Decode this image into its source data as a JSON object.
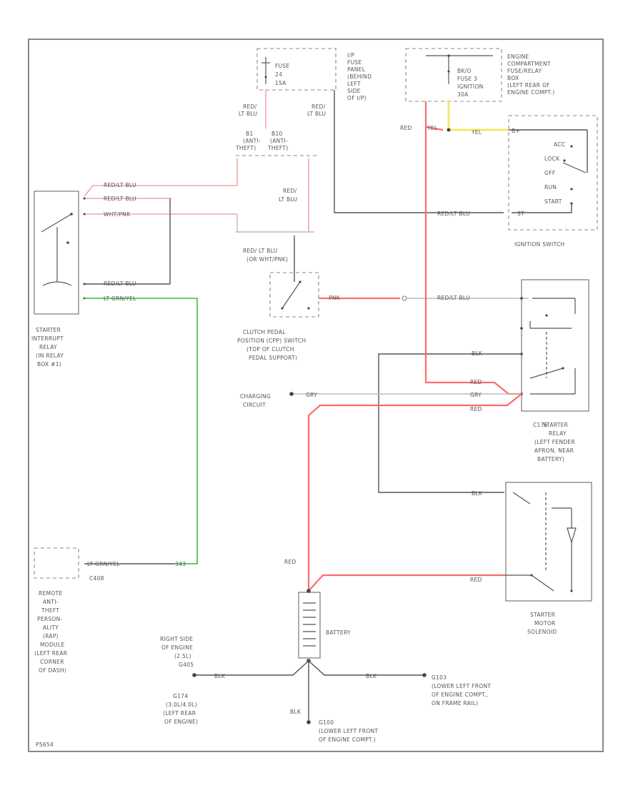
{
  "fuse_24": [
    "FUSE",
    "24",
    "15A"
  ],
  "ip_fuse_panel": [
    "I/P",
    "FUSE",
    "PANEL",
    "(BEHIND",
    "LEFT",
    "SIDE",
    "OF I/P)"
  ],
  "fuse_box_fuse": [
    "BK/O",
    "FUSE 3",
    "IGNITION",
    "30A"
  ],
  "engine_box": [
    "ENGINE",
    "COMPARTMENT",
    "FUSE/RELAY",
    "BOX",
    "(LEFT REAR OF",
    "ENGINE COMPT.)"
  ],
  "anti_theft_left": [
    "B1",
    "(ANTI-",
    "THEFT)"
  ],
  "anti_theft_right": [
    "B10",
    "(ANTI-",
    "THEFT)"
  ],
  "wire_labels": {
    "red_lt_blu_1": [
      "RED/",
      "LT BLU"
    ],
    "red_lt_blu_2": [
      "RED/",
      "LT BLU"
    ],
    "red_lt_blu_3": [
      "RED/",
      "LT BLU"
    ],
    "red_lt_blu_or_wht": [
      "RED/ LT BLU",
      "(OR WHT/PNK)"
    ],
    "red": "RED",
    "yel": "YEL",
    "red_blu_top": "RED/LT BLU",
    "red_blu_2": "RED/LT BLU",
    "wht_pnk": "WHT/PNK",
    "red_blu_3": "RED/LT BLU",
    "lt_grn_yel": "LT GRN/YEL",
    "red_blu_ign": "RED/LT BLU",
    "pnk": "PNK",
    "red_blu_relay": "RED/LT BLU",
    "blk_relay": "BLK",
    "red_relay": "RED",
    "gry_relay": "GRY",
    "red_relay2": "RED",
    "gry_charging": "GRY",
    "blk_solenoid": "BLK",
    "red_solenoid": "RED",
    "red_battery": "RED",
    "lt_grn_yel_2": "LT GRN/YEL",
    "num_343": "343",
    "blk_left": "BLK",
    "blk_right": "BLK",
    "blk_bottom": "BLK"
  },
  "ignition_switch": {
    "positions": [
      "ACC",
      "LOCK",
      "OFF",
      "RUN",
      "START"
    ],
    "title": "IGNITION SWITCH",
    "pins": [
      "B+",
      "ST"
    ]
  },
  "starter_interrupt_relay": [
    "STARTER",
    "INTERRUPT",
    "RELAY",
    "(IN RELAY",
    "BOX #1)"
  ],
  "clutch_switch": [
    "CLUTCH PEDAL",
    "POSITION (CPP) SWITCH",
    "(TOP OF CLUTCH",
    "PEDAL SUPPORT)"
  ],
  "charging_circuit": [
    "CHARGING",
    "CIRCUIT"
  ],
  "c176": "C176",
  "starter_relay": [
    "STARTER",
    "RELAY",
    "(LEFT FENDER",
    "APRON, NEAR",
    "BATTERY)"
  ],
  "starter_solenoid": [
    "STARTER",
    "MOTOR",
    "SOLENOID"
  ],
  "battery": "BATTERY",
  "c408": "C408",
  "anti_theft_module": [
    "REMOTE",
    "ANTI-",
    "THEFT",
    "PERSON-",
    "ALITY",
    "(RAP)",
    "MODULE",
    "(LEFT REAR",
    "CORNER",
    "OF DASH)"
  ],
  "g174_label": [
    "RIGHT SIDE",
    "OF ENGINE",
    "(2.5L)",
    "G405"
  ],
  "g174_sub": [
    "G174",
    "(3.0L/4.0L)",
    "(LEFT REAR",
    "OF ENGINE)"
  ],
  "g103": [
    "G103",
    "(LOWER LEFT FRONT",
    "OF ENGINE COMPT.,",
    "ON FRAME RAIL)"
  ],
  "g100": [
    "G100",
    "(LOWER LEFT FRONT",
    "OF ENGINE COMPT.)"
  ],
  "footer_code": "P5654"
}
